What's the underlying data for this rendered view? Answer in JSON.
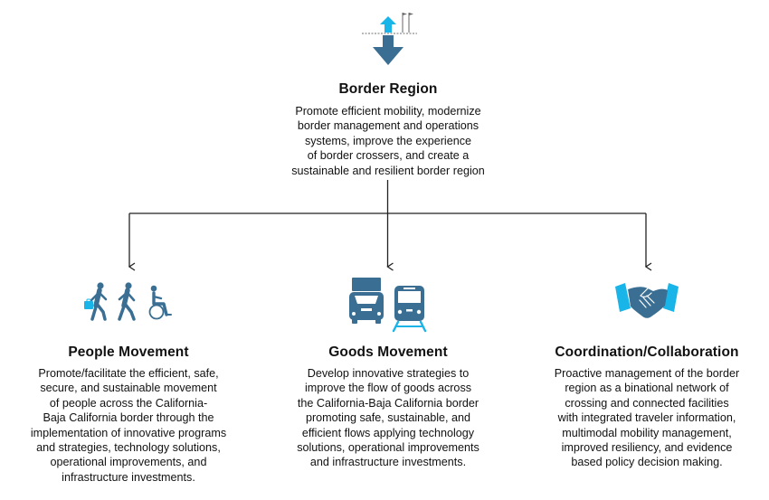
{
  "colors": {
    "icon_blue": "#3a6f93",
    "accent_cyan": "#19b4e8",
    "connector": "#222222",
    "text": "#111111"
  },
  "top": {
    "icon": "border-crossing-arrows-icon",
    "title": "Border Region",
    "description": "Promote efficient mobility, modernize\nborder management and operations\nsystems, improve the experience\nof border crossers, and create a\nsustainable and resilient border region"
  },
  "branches": [
    {
      "id": "people",
      "icon": "pedestrians-and-wheelchair-icon",
      "title": "People Movement",
      "description": "Promote/facilitate the efficient, safe,\nsecure, and sustainable movement\nof people across the California-\nBaja California border through the\nimplementation of innovative programs\nand strategies, technology solutions,\noperational improvements, and\ninfrastructure investments."
    },
    {
      "id": "goods",
      "icon": "truck-and-train-icon",
      "title": "Goods Movement",
      "description": "Develop innovative strategies to\nimprove the flow of goods across\nthe California-Baja California border\npromoting safe, sustainable, and\nefficient flows applying technology\nsolutions, operational improvements\nand infrastructure investments."
    },
    {
      "id": "coordination",
      "icon": "handshake-icon",
      "title": "Coordination/Collaboration",
      "description": "Proactive management of the border\nregion as a binational network of\ncrossing and connected facilities\nwith integrated traveler information,\nmultimodal mobility management,\nimproved resiliency, and evidence\nbased policy decision making."
    }
  ]
}
